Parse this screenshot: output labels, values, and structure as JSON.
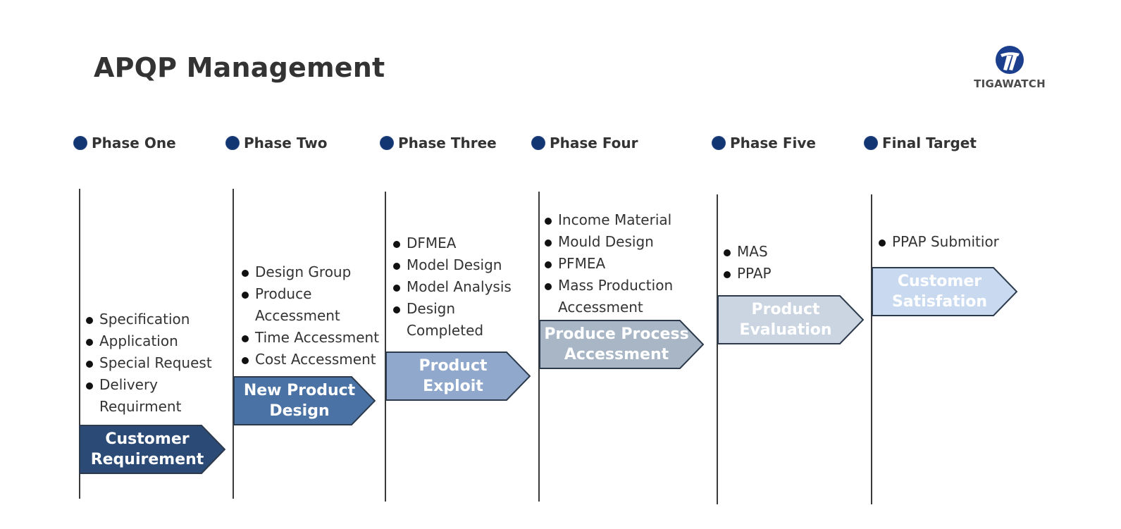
{
  "title": "APQP Management",
  "logo": {
    "text": "TIGAWATCH"
  },
  "colors": {
    "phase_dot": "#123672",
    "arrows": [
      "#2b4a76",
      "#4a72a5",
      "#8fa8cc",
      "#a8b6c6",
      "#cad5e1",
      "#c9daf0"
    ]
  },
  "phases": [
    {
      "label": "Phase One",
      "stage": "Customer Requirement",
      "stage_lines": [
        "Customer",
        "Requirement"
      ],
      "items": [
        [
          "Specification"
        ],
        [
          "Application"
        ],
        [
          "Special Request"
        ],
        [
          "Delivery",
          "Requirment"
        ]
      ]
    },
    {
      "label": "Phase Two",
      "stage": "New Product Design",
      "stage_lines": [
        "New Product",
        "Design"
      ],
      "items": [
        [
          "Design Group"
        ],
        [
          "Produce",
          "Accessment"
        ],
        [
          "Time Accessment"
        ],
        [
          "Cost Accessment"
        ]
      ]
    },
    {
      "label": "Phase Three",
      "stage": "Product Exploit",
      "stage_lines": [
        "Product",
        "Exploit"
      ],
      "items": [
        [
          "DFMEA"
        ],
        [
          "Model Design"
        ],
        [
          "Model Analysis"
        ],
        [
          "Design",
          "Completed"
        ]
      ]
    },
    {
      "label": "Phase Four",
      "stage": "Produce Process Accessment",
      "stage_lines": [
        "Produce Process",
        "Accessment"
      ],
      "items": [
        [
          "Income Material"
        ],
        [
          "Mould Design"
        ],
        [
          "PFMEA"
        ],
        [
          "Mass Production",
          "Accessment"
        ]
      ]
    },
    {
      "label": "Phase Five",
      "stage": "Product Evaluation",
      "stage_lines": [
        "Product",
        "Evaluation"
      ],
      "items": [
        [
          "MAS"
        ],
        [
          "PPAP"
        ]
      ]
    },
    {
      "label": "Final Target",
      "stage": "Customer Satisfation",
      "stage_lines": [
        "Customer",
        "Satisfation"
      ],
      "items": [
        [
          "PPAP Submitior"
        ]
      ]
    }
  ]
}
